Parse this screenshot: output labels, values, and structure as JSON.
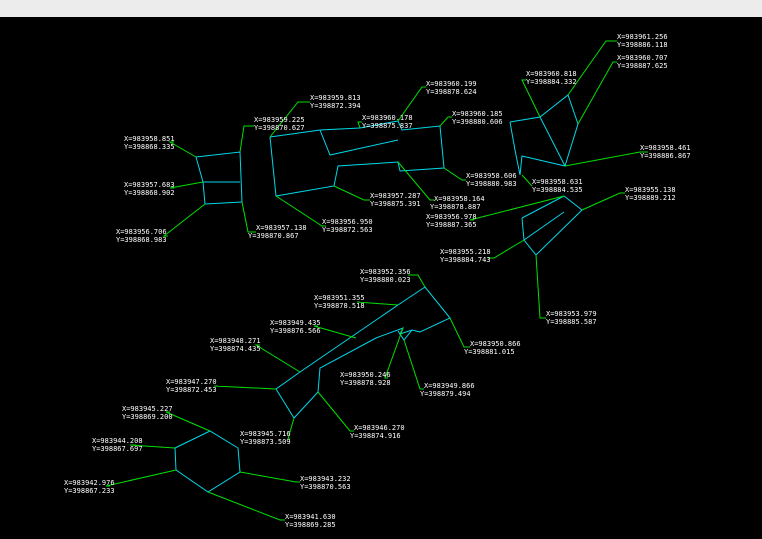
{
  "labels": [
    {
      "id": "l01",
      "x": "X=983961.256",
      "y": "Y=398886.118"
    },
    {
      "id": "l02",
      "x": "X=983960.707",
      "y": "Y=398887.625"
    },
    {
      "id": "l03",
      "x": "X=983960.818",
      "y": "Y=398884.332"
    },
    {
      "id": "l04",
      "x": "X=983958.461",
      "y": "Y=398886.867"
    },
    {
      "id": "l05",
      "x": "X=983958.631",
      "y": "Y=398884.535"
    },
    {
      "id": "l06",
      "x": "X=983955.138",
      "y": "Y=398889.212"
    },
    {
      "id": "l07",
      "x": "X=983960.199",
      "y": "Y=398878.624"
    },
    {
      "id": "l08",
      "x": "X=983960.185",
      "y": "Y=398880.606"
    },
    {
      "id": "l09",
      "x": "X=983960.178",
      "y": "Y=398875.837"
    },
    {
      "id": "l10",
      "x": "X=983959.813",
      "y": "Y=398872.394"
    },
    {
      "id": "l11",
      "x": "X=983959.225",
      "y": "Y=398870.627"
    },
    {
      "id": "l12",
      "x": "X=983958.851",
      "y": "Y=398868.335"
    },
    {
      "id": "l13",
      "x": "X=983957.683",
      "y": "Y=398868.902"
    },
    {
      "id": "l14",
      "x": "X=983956.706",
      "y": "Y=398868.983"
    },
    {
      "id": "l15",
      "x": "X=983957.138",
      "y": "Y=398870.867"
    },
    {
      "id": "l16",
      "x": "X=983956.950",
      "y": "Y=398872.563"
    },
    {
      "id": "l17",
      "x": "X=983957.287",
      "y": "Y=398875.391"
    },
    {
      "id": "l18",
      "x": "X=983958.164",
      "y": "Y=398878.887"
    },
    {
      "id": "l19",
      "x": "X=983958.606",
      "y": "Y=398880.983"
    },
    {
      "id": "l20",
      "x": "X=983956.978",
      "y": "Y=398887.365"
    },
    {
      "id": "l21",
      "x": "X=983955.218",
      "y": "Y=398884.743"
    },
    {
      "id": "l22",
      "x": "X=983953.979",
      "y": "Y=398885.587"
    },
    {
      "id": "l23",
      "x": "X=983952.356",
      "y": "Y=398880.023"
    },
    {
      "id": "l24",
      "x": "X=983951.355",
      "y": "Y=398878.518"
    },
    {
      "id": "l25",
      "x": "X=983949.435",
      "y": "Y=398876.566"
    },
    {
      "id": "l26",
      "x": "X=983948.271",
      "y": "Y=398874.435"
    },
    {
      "id": "l27",
      "x": "X=983950.866",
      "y": "Y=398881.015"
    },
    {
      "id": "l28",
      "x": "X=983947.270",
      "y": "Y=398872.453"
    },
    {
      "id": "l29",
      "x": "X=983950.246",
      "y": "Y=398878.928"
    },
    {
      "id": "l30",
      "x": "X=983949.866",
      "y": "Y=398879.494"
    },
    {
      "id": "l31",
      "x": "X=983945.227",
      "y": "Y=398869.200"
    },
    {
      "id": "l32",
      "x": "X=983945.716",
      "y": "Y=398873.509"
    },
    {
      "id": "l33",
      "x": "X=983946.270",
      "y": "Y=398874.916"
    },
    {
      "id": "l34",
      "x": "X=983944.208",
      "y": "Y=398867.697"
    },
    {
      "id": "l35",
      "x": "X=983942.976",
      "y": "Y=398867.233"
    },
    {
      "id": "l36",
      "x": "X=983943.232",
      "y": "Y=398870.563"
    },
    {
      "id": "l37",
      "x": "X=983941.630",
      "y": "Y=398869.285"
    }
  ]
}
